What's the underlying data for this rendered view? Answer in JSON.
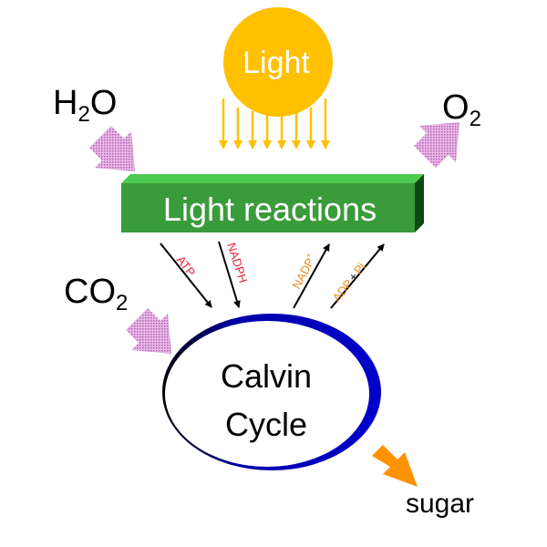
{
  "sun": {
    "label": "Light",
    "color": "#FFC000"
  },
  "light_reactions": {
    "label": "Light reactions",
    "color": "#3A9B3A"
  },
  "inputs": {
    "water_main": "H",
    "water_sub": "2",
    "water_tail": "O",
    "co2_main": "CO",
    "co2_sub": "2"
  },
  "outputs": {
    "oxygen_main": "O",
    "oxygen_sub": "2",
    "sugar": "sugar"
  },
  "calvin": {
    "line1": "Calvin",
    "line2": "Cycle",
    "color": "#0000AA"
  },
  "carriers": {
    "atp": "ATP",
    "nadph": "NADPH",
    "nadp": "NADP",
    "nadp_sup": "+",
    "adp": "ADP",
    "plus": "+",
    "pi": "Pi",
    "red": "#E8213A",
    "orange": "#F08A1C"
  }
}
